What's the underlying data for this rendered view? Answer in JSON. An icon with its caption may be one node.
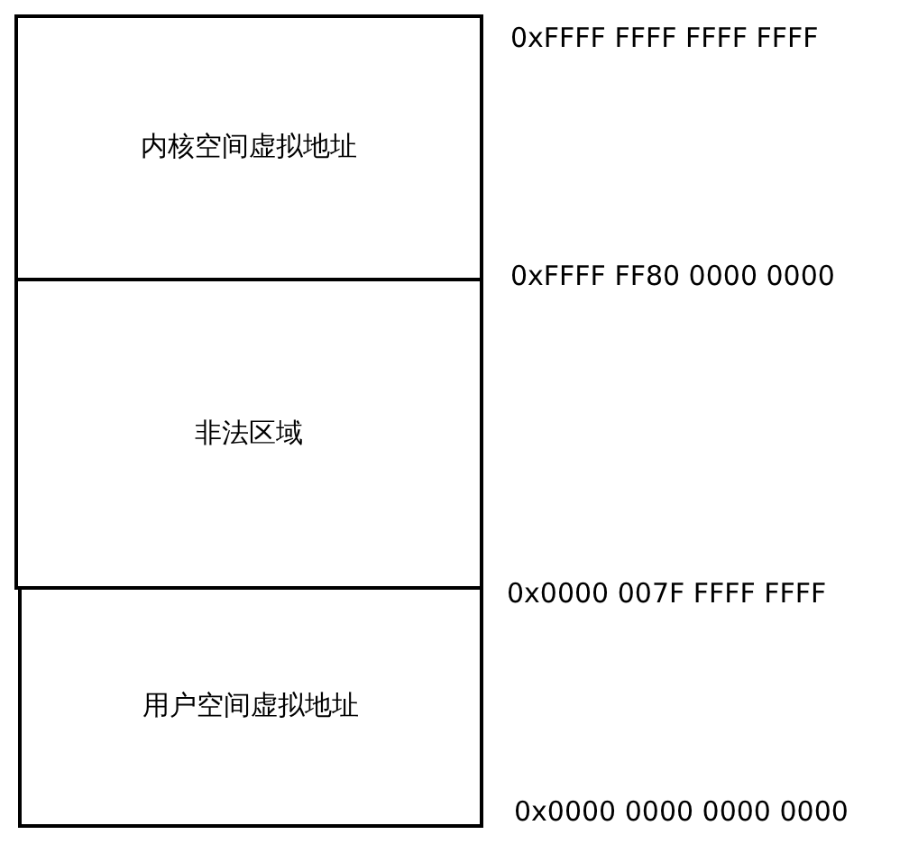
{
  "diagram": {
    "nodes": [
      {
        "text": [
          "内核空间虚拟地址"
        ]
      },
      {
        "text": [
          "非法区域"
        ]
      },
      {
        "text": [
          "用户空间虚拟地址"
        ]
      }
    ],
    "labels": [
      "0xFFFF FFFF FFFF FFFF",
      "0xFFFF FF80 0000 0000",
      "0x0000 007F FFFF FFFF",
      "0x0000 0000 0000 0000"
    ]
  }
}
